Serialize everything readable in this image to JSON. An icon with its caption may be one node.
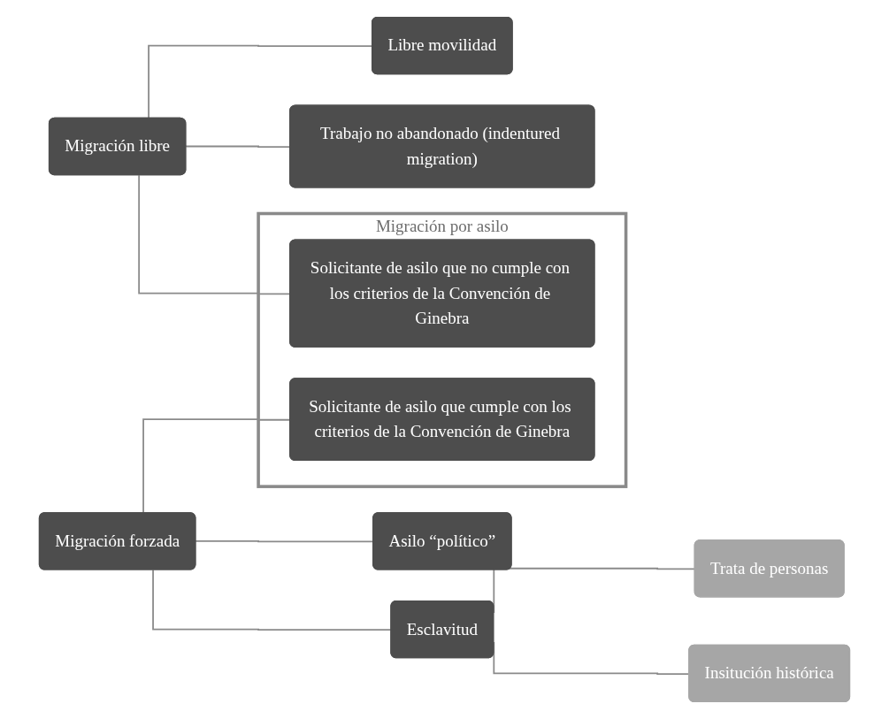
{
  "diagram": {
    "nodes": [
      {
        "text": [
          "Migración libre"
        ]
      },
      {
        "text": [
          "Libre movilidad"
        ]
      },
      {
        "text": [
          "Trabajo no abandonado (indentured migration)"
        ]
      },
      {
        "text": [
          "Migración por asilo"
        ]
      },
      {
        "text": [
          "Solicitante de asilo que no cumple con los criterios de la Convención de Ginebra"
        ],
        "in": 3
      },
      {
        "text": [
          "Solicitante de asilo que cumple con los criterios de la Convención de Ginebra"
        ],
        "in": 3
      },
      {
        "text": [
          "Migración forzada"
        ]
      },
      {
        "text": [
          "Asilo “político”"
        ]
      },
      {
        "text": [
          "Esclavitud"
        ]
      },
      {
        "text": [
          "Trata de personas"
        ]
      },
      {
        "text": [
          "Insitución histórica"
        ]
      }
    ],
    "edges": [
      {
        "from": 0,
        "to": 1,
        "arrow": "none"
      },
      {
        "from": 0,
        "to": 2,
        "arrow": "none"
      },
      {
        "from": 0,
        "to": 4,
        "arrow": "none"
      },
      {
        "from": 6,
        "to": 5,
        "arrow": "none"
      },
      {
        "from": 6,
        "to": 7,
        "arrow": "none"
      },
      {
        "from": 6,
        "to": 8,
        "arrow": "none"
      },
      {
        "from": 8,
        "to": 9,
        "arrow": "none"
      },
      {
        "from": 8,
        "to": 10,
        "arrow": "none"
      }
    ]
  }
}
